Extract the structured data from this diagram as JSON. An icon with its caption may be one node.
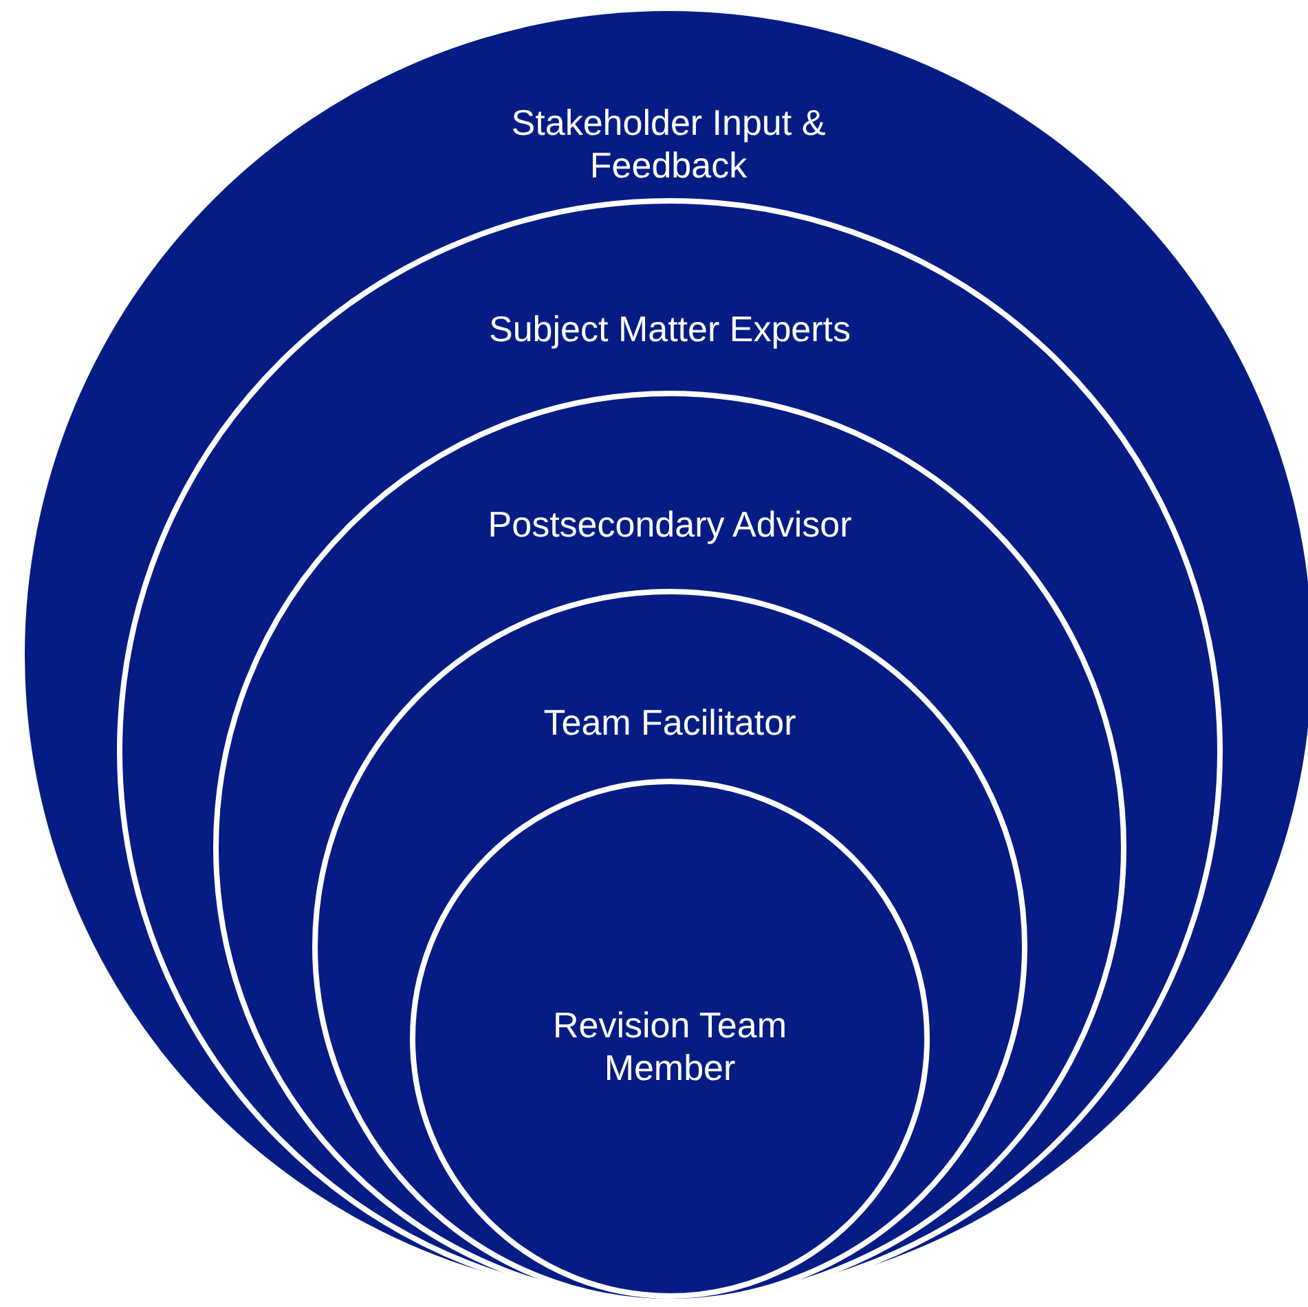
{
  "diagram": {
    "nodes": [
      {
        "text": [
          "Stakeholder Input & Feedback"
        ]
      },
      {
        "text": [
          "Subject Matter Experts"
        ],
        "in": 0
      },
      {
        "text": [
          "Postsecondary Advisor"
        ],
        "in": 1
      },
      {
        "text": [
          "Team Facilitator"
        ],
        "in": 2
      },
      {
        "text": [
          "Revision Team Member"
        ],
        "in": 3
      }
    ]
  }
}
